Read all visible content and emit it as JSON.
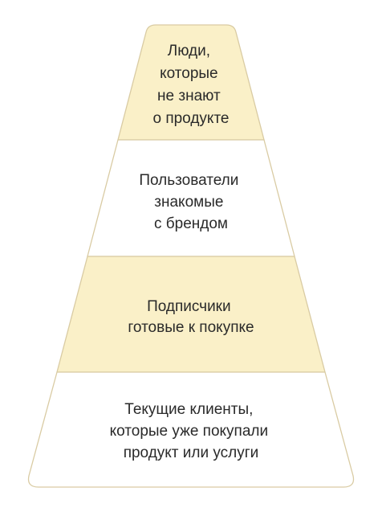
{
  "colors": {
    "highlight_fill": "#faf0c8",
    "plain_fill": "#ffffff",
    "stroke": "#d9cba3",
    "text": "#2a2a2a"
  },
  "tiers": [
    {
      "fill": "highlight",
      "lines": [
        "Люди,",
        "которые",
        "не знают",
        "о продукте"
      ]
    },
    {
      "fill": "plain",
      "lines": [
        "Пользователи",
        "знакомые",
        "с брендом"
      ]
    },
    {
      "fill": "highlight",
      "lines": [
        "Подписчики",
        "готовые к покупке"
      ]
    },
    {
      "fill": "plain",
      "lines": [
        "Текущие клиенты,",
        "которые уже покупали",
        "продукт или услуги"
      ]
    }
  ]
}
